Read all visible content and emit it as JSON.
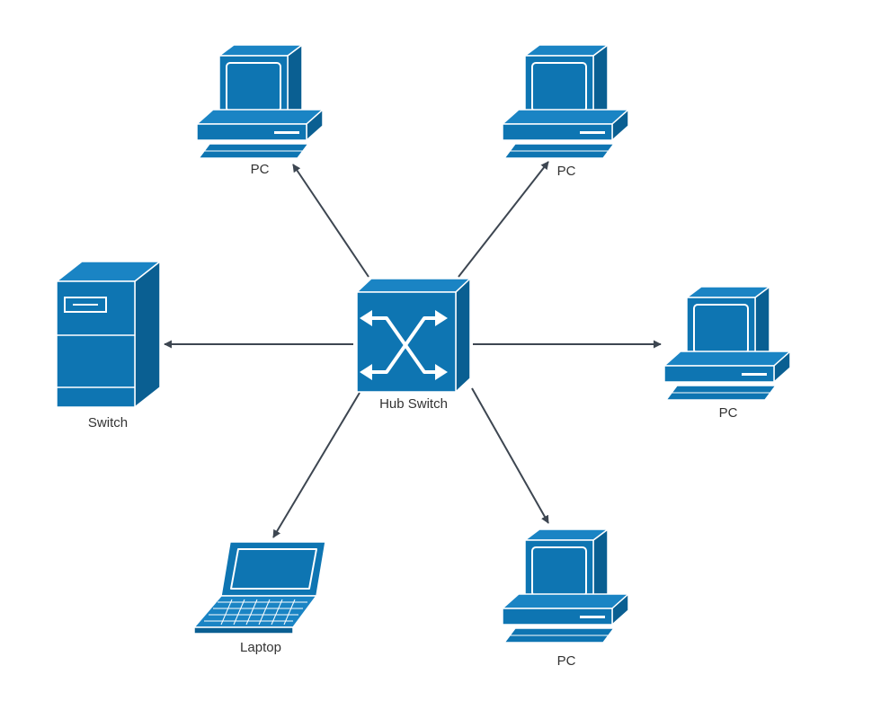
{
  "diagram": {
    "center": {
      "label": "Hub Switch",
      "icon": "hub-switch-icon"
    },
    "nodes": [
      {
        "id": "pc-top-left",
        "label": "PC",
        "icon": "desktop-pc-icon"
      },
      {
        "id": "pc-top-right",
        "label": "PC",
        "icon": "desktop-pc-icon"
      },
      {
        "id": "switch-left",
        "label": "Switch",
        "icon": "server-tower-icon"
      },
      {
        "id": "pc-right",
        "label": "PC",
        "icon": "desktop-pc-icon"
      },
      {
        "id": "laptop-bottom-left",
        "label": "Laptop",
        "icon": "laptop-icon"
      },
      {
        "id": "pc-bottom-right",
        "label": "PC",
        "icon": "desktop-pc-icon"
      }
    ],
    "connections": [
      {
        "from": "hub",
        "to": "pc-top-left"
      },
      {
        "from": "hub",
        "to": "pc-top-right"
      },
      {
        "from": "hub",
        "to": "switch-left"
      },
      {
        "from": "hub",
        "to": "pc-right"
      },
      {
        "from": "hub",
        "to": "laptop-bottom-left"
      },
      {
        "from": "hub",
        "to": "pc-bottom-right"
      }
    ]
  },
  "colors": {
    "device_front": "#0e75b2",
    "device_side": "#0a5f92",
    "device_top": "#1a84c4",
    "outline": "#ffffff",
    "arrow": "#3d4651",
    "label_text": "#333333"
  }
}
